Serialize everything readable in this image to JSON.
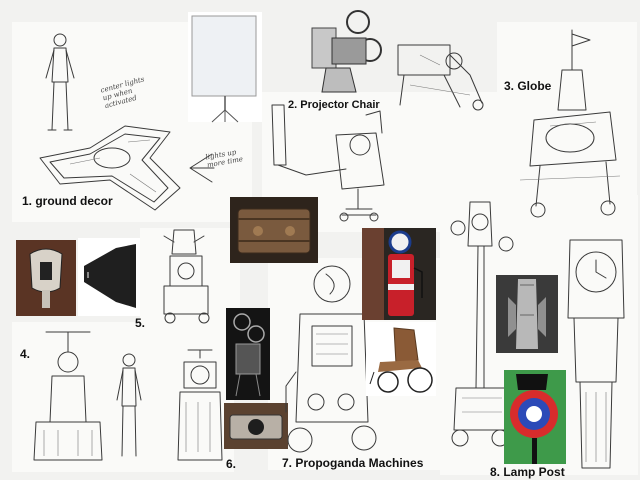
{
  "board": {
    "labels": {
      "ground_decor": "1. ground decor",
      "projector_chair": "2. Projector Chair",
      "globe": "3. Globe",
      "item4": "4.",
      "item5": "5.",
      "item6": "6.",
      "propaganda": "7. Propoganda Machines",
      "lamp_post": "8. Lamp Post"
    },
    "notes": {
      "center_note": "center lights up when activated",
      "lights_note": "lights up more time"
    }
  },
  "colors": {
    "background": "#f2f2f0",
    "sketch_line": "#3a3a3a",
    "pump_red": "#c8202a",
    "pump_blue": "#1b3c8c",
    "photo_brown": "#5a4030",
    "photo_dark": "#1c1c1c"
  }
}
